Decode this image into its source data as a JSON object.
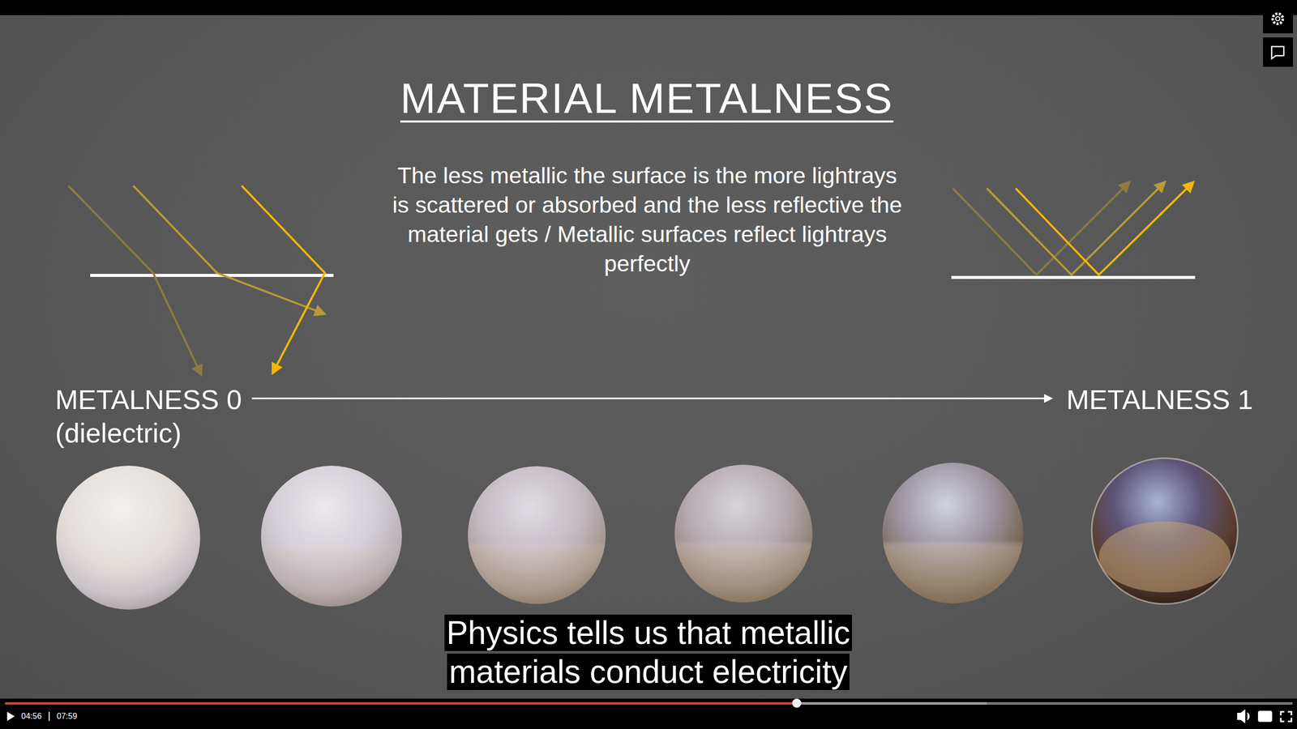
{
  "diagram": {
    "title": "MATERIAL METALNESS",
    "labels": [
      "The less metallic the surface is the more lightrays is scattered or absorbed and the less reflective the material gets / Metallic surfaces reflect lightrays perfectly",
      "METALNESS 0",
      "(dielectric)",
      "METALNESS 1",
      "Physics tells us that metallic materials conduct electricity",
      "04:56",
      "07:59"
    ]
  }
}
